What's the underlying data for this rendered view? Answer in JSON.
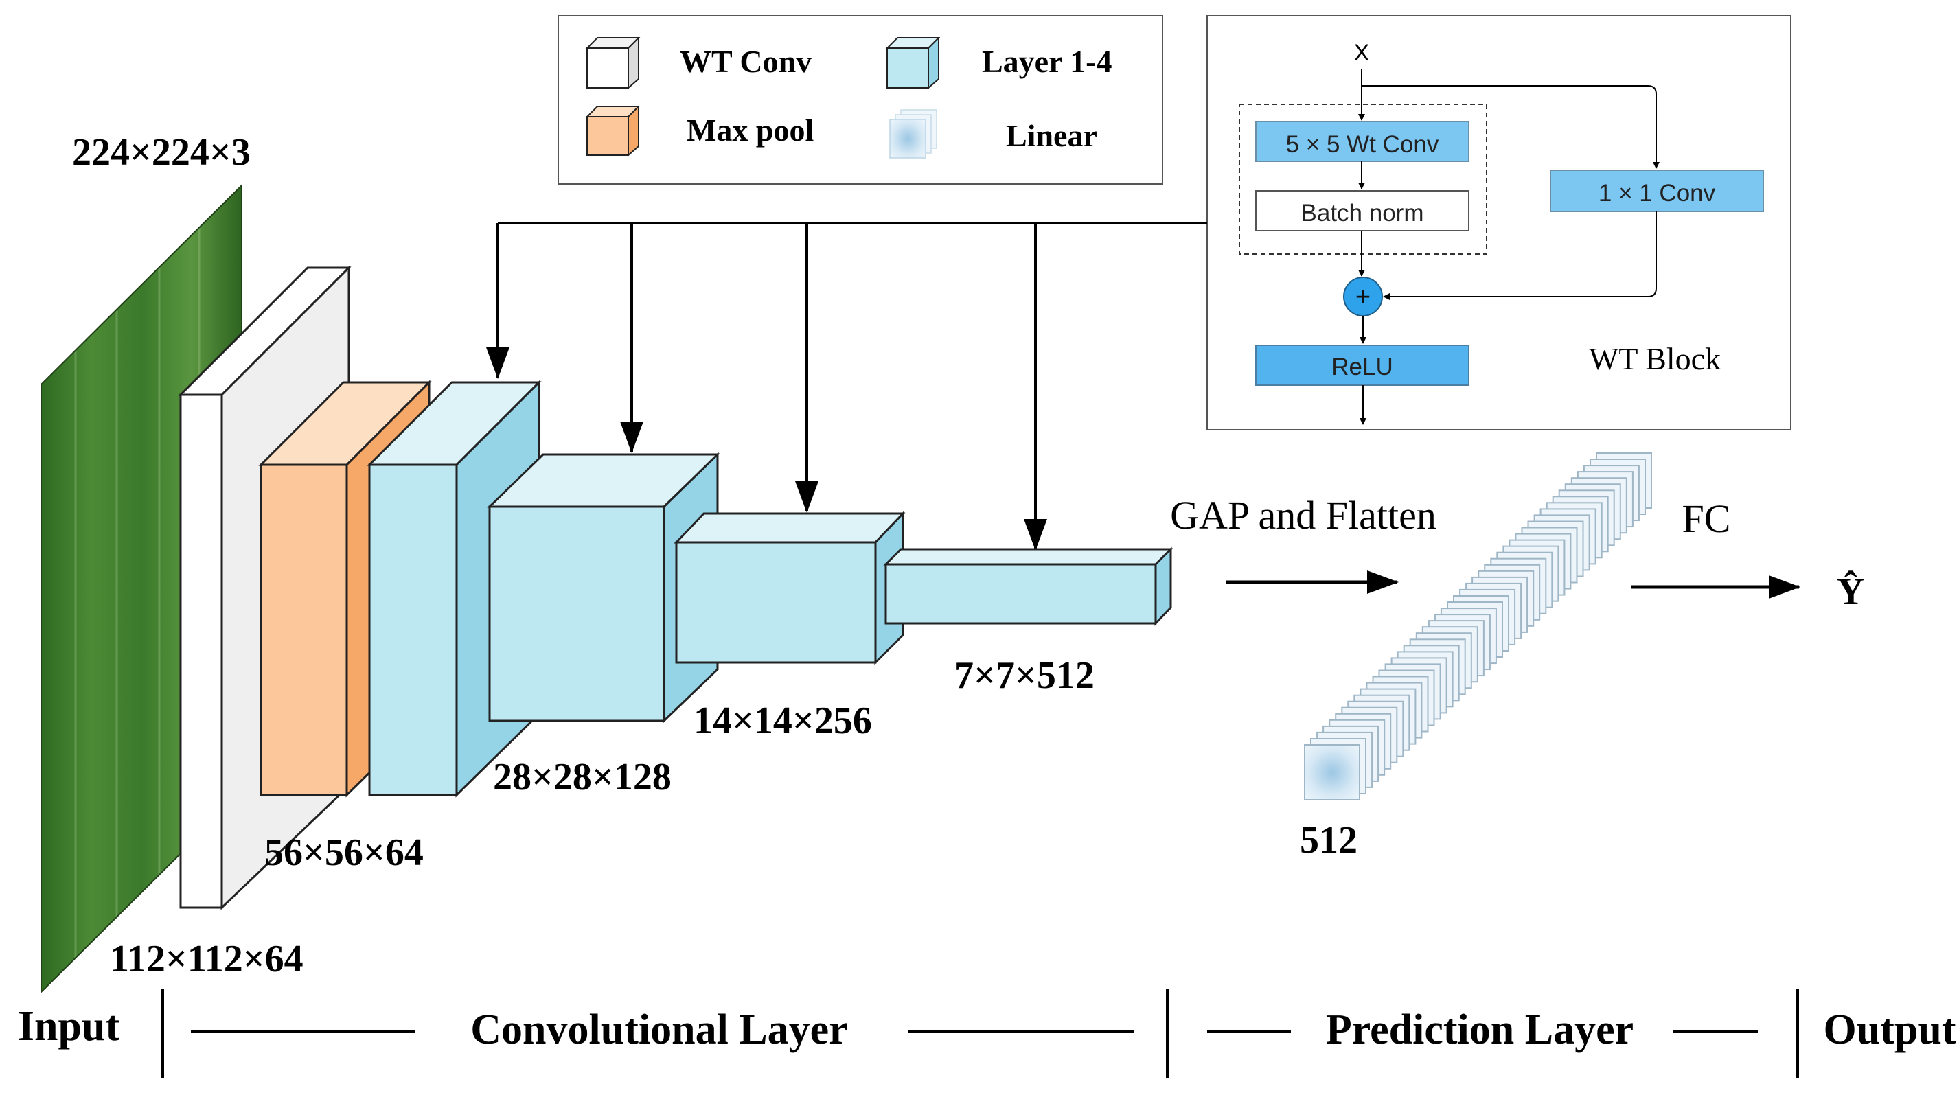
{
  "legend": {
    "wt_conv": "WT Conv",
    "layer": "Layer 1-4",
    "max_pool": "Max pool",
    "linear": "Linear"
  },
  "wt_block": {
    "input": "X",
    "conv5": "5 × 5 Wt Conv",
    "batch_norm": "Batch norm",
    "conv1": "1 × 1 Conv",
    "plus": "+",
    "relu": "ReLU",
    "title": "WT Block"
  },
  "dims": {
    "input": "224×224×3",
    "wt": "112×112×64",
    "pool": "56×56×64",
    "l2": "28×28×128",
    "l3": "14×14×256",
    "l4": "7×7×512",
    "vector": "512"
  },
  "pred": {
    "gap": "GAP and Flatten",
    "fc": "FC",
    "output": "Ŷ"
  },
  "sections": {
    "input": "Input",
    "conv": "Convolutional Layer",
    "pred": "Prediction Layer",
    "output": "Output"
  },
  "colors": {
    "wt_front": "#ffffff",
    "wt_side": "#efefef",
    "pool_front": "#fcc89b",
    "pool_side": "#f6a869",
    "layer_front": "#bde8f2",
    "layer_side": "#95d3e6",
    "layer_top": "#def3f8",
    "block_box": "#7cc6f2",
    "relu_box": "#52b3ee",
    "leaf": "#3f7a2c"
  }
}
